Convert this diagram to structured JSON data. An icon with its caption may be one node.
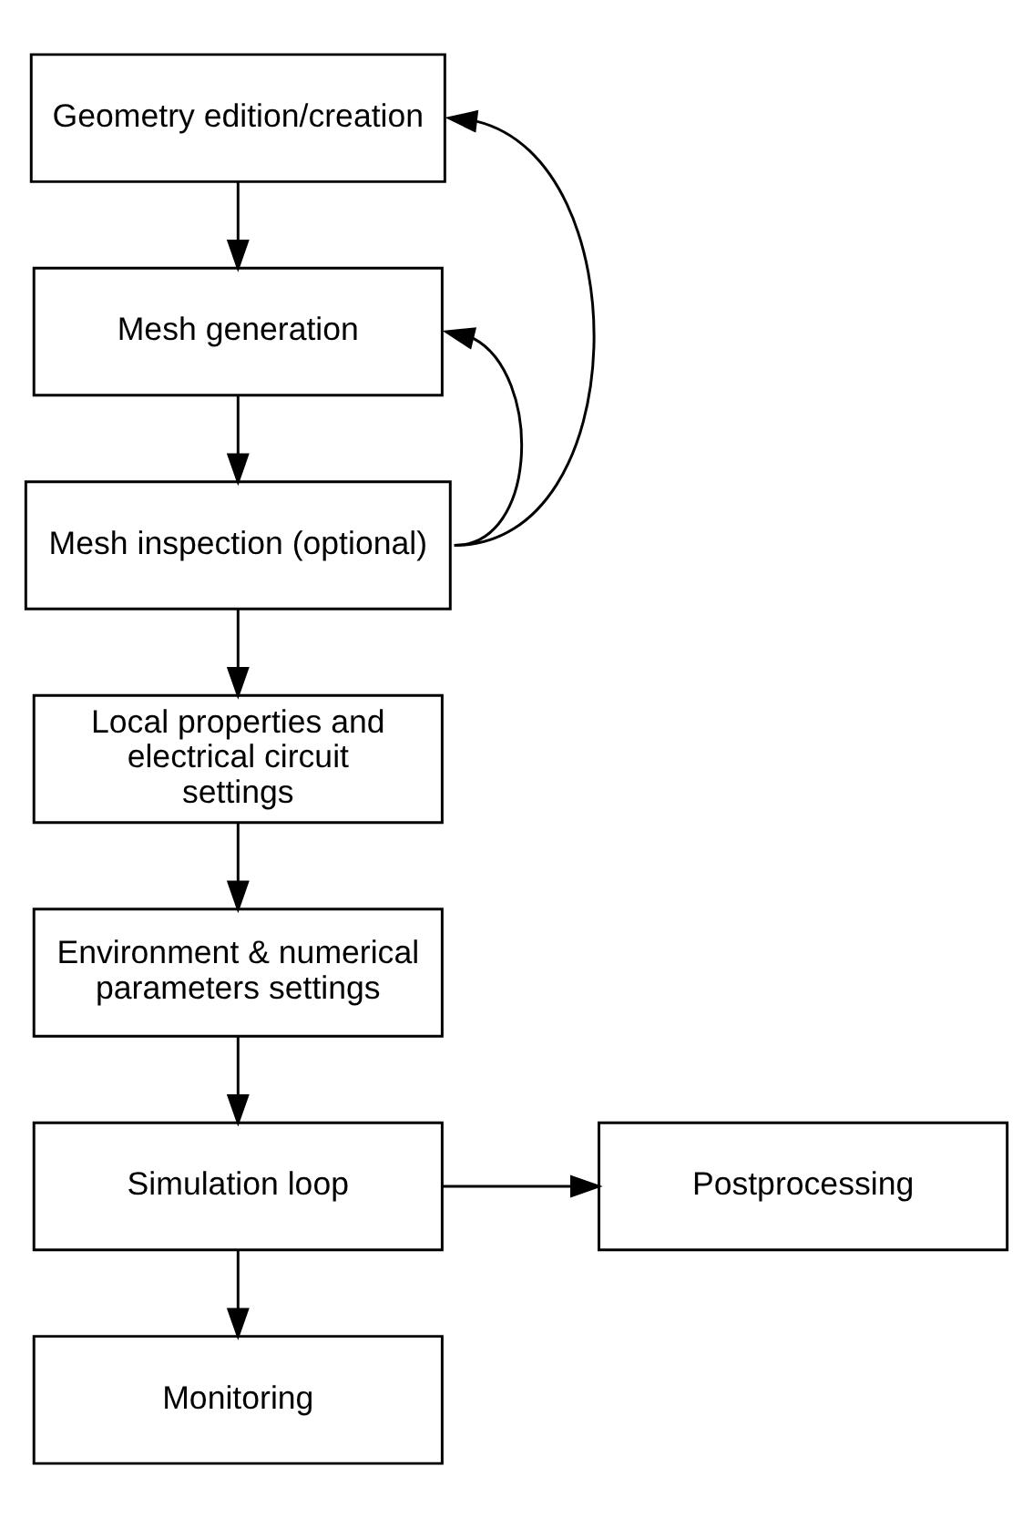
{
  "diagram": {
    "nodes": [
      {
        "text": [
          "Geometry edition/creation"
        ]
      },
      {
        "text": [
          "Mesh generation"
        ]
      },
      {
        "text": [
          "Mesh inspection (optional)"
        ]
      },
      {
        "text": [
          "Local properties and electrical circuit settings"
        ]
      },
      {
        "text": [
          "Environment & numerical parameters settings"
        ]
      },
      {
        "text": [
          "Simulation loop"
        ]
      },
      {
        "text": [
          "Monitoring"
        ]
      },
      {
        "text": [
          "Postprocessing"
        ]
      }
    ],
    "edges": [
      {
        "from": 0,
        "to": 1,
        "arrow": "to"
      },
      {
        "from": 1,
        "to": 2,
        "arrow": "to"
      },
      {
        "from": 2,
        "to": 3,
        "arrow": "to"
      },
      {
        "from": 3,
        "to": 4,
        "arrow": "to"
      },
      {
        "from": 4,
        "to": 5,
        "arrow": "to"
      },
      {
        "from": 5,
        "to": 6,
        "arrow": "to"
      },
      {
        "from": 5,
        "to": 7,
        "arrow": "to"
      },
      {
        "from": 2,
        "to": 1,
        "arrow": "to"
      },
      {
        "from": 2,
        "to": 0,
        "arrow": "to"
      }
    ]
  }
}
